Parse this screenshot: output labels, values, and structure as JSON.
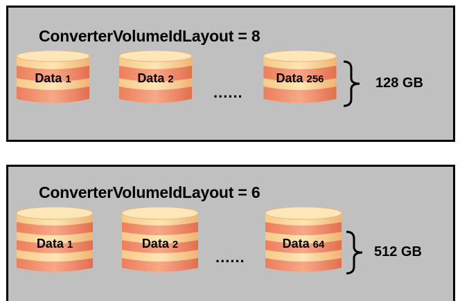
{
  "diagrams": [
    {
      "title": "ConverterVolumeIdLayout = 8",
      "volumes": [
        {
          "word": "Data",
          "number": "1"
        },
        {
          "word": "Data",
          "number": "2"
        },
        {
          "word": "Data",
          "number": "256"
        }
      ],
      "ellipsis": "......",
      "capacity": "128 GB"
    },
    {
      "title": "ConverterVolumeIdLayout = 6",
      "volumes": [
        {
          "word": "Data",
          "number": "1"
        },
        {
          "word": "Data",
          "number": "2"
        },
        {
          "word": "Data",
          "number": "64"
        }
      ],
      "ellipsis": "......",
      "capacity": "512 GB"
    }
  ],
  "colors": {
    "panel_bg": "#c0c0c0",
    "cylinder_top": "#fde3a7",
    "cylinder_band_light": "#f9d190",
    "cylinder_band_dark": "#f0906e",
    "cylinder_edge": "#e8a36a"
  }
}
